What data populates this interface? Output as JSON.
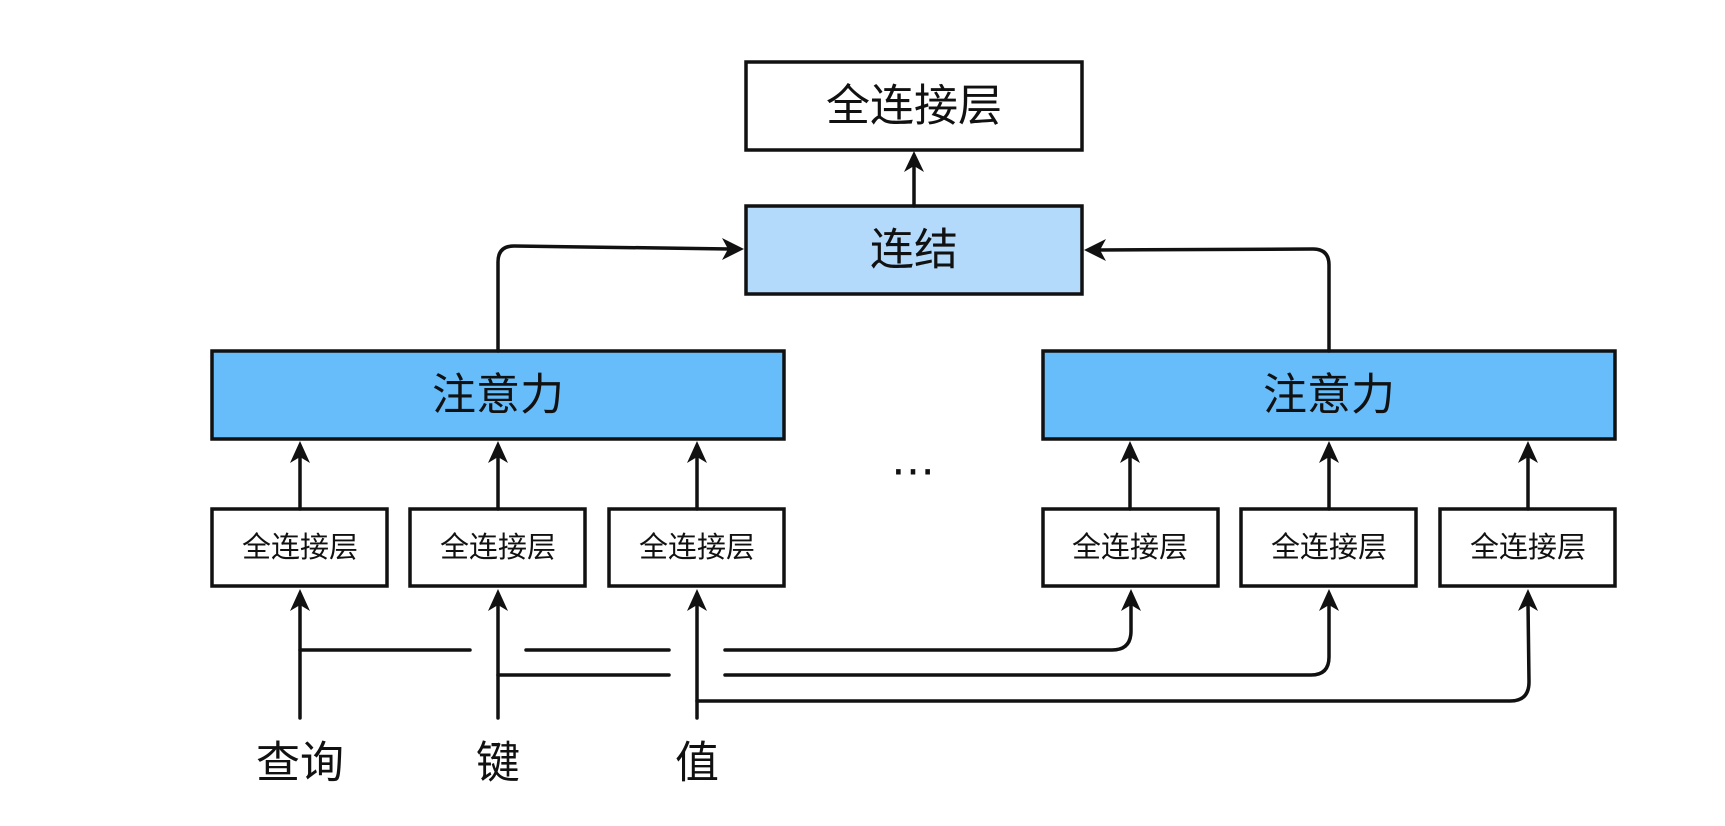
{
  "colors": {
    "stroke": "#111111",
    "concat_fill": "#b3d9fb",
    "attention_fill": "#66bdfa",
    "dense_fill": "#ffffff"
  },
  "output_dense": {
    "label": "全连接层"
  },
  "concat": {
    "label": "连结"
  },
  "attention_heads": [
    {
      "label": "注意力"
    },
    {
      "label": "注意力"
    }
  ],
  "ellipsis": "…",
  "dense_layers": [
    {
      "label": "全连接层"
    },
    {
      "label": "全连接层"
    },
    {
      "label": "全连接层"
    },
    {
      "label": "全连接层"
    },
    {
      "label": "全连接层"
    },
    {
      "label": "全连接层"
    }
  ],
  "inputs": {
    "query": "查询",
    "key": "键",
    "value": "值"
  }
}
